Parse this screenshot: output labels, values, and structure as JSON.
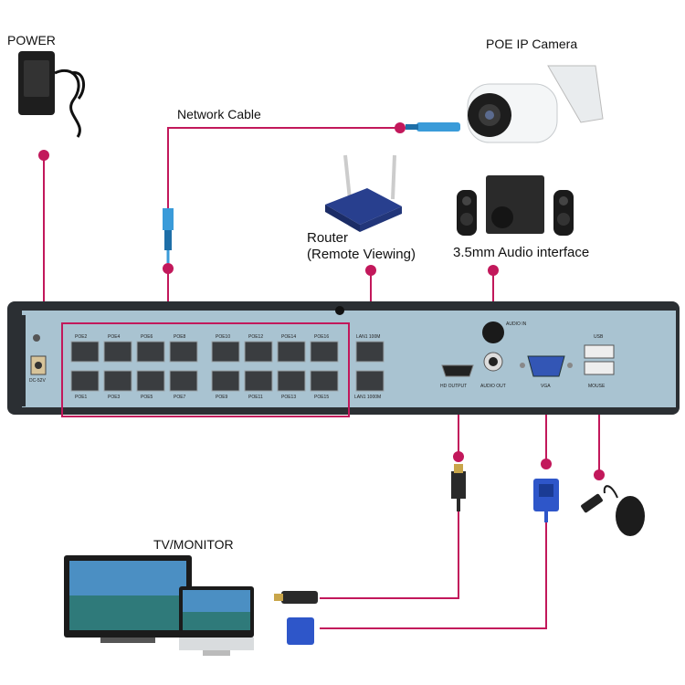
{
  "labels": {
    "power": "POWER",
    "network_cable": "Network Cable",
    "poe_camera": "POE IP Camera",
    "router_line1": "Router",
    "router_line2": "(Remote Viewing)",
    "audio_interface": "3.5mm Audio interface",
    "tv_monitor": "TV/MONITOR"
  },
  "nvr": {
    "dc_label": "DC-52V",
    "ground_label": "⏚",
    "poe_top": [
      "POE2",
      "POE4",
      "POE6",
      "POE8",
      "POE10",
      "POE12",
      "POE14",
      "POE16"
    ],
    "poe_bottom": [
      "POE1",
      "POE3",
      "POE5",
      "POE7",
      "POE9",
      "POE11",
      "POE13",
      "POE15"
    ],
    "lan_top": "LAN1 100M",
    "lan_bottom": "LAN1 1000M",
    "audio_in": "AUDIO IN",
    "hd_output": "HD OUTPUT",
    "audio_out": "AUDIO OUT",
    "vga": "VGA",
    "usb": "USB",
    "mouse": "MOUSE"
  },
  "colors": {
    "connector_line": "#c2185b",
    "nvr_panel": "#a9c3d1",
    "nvr_frame": "#2b2f33"
  }
}
